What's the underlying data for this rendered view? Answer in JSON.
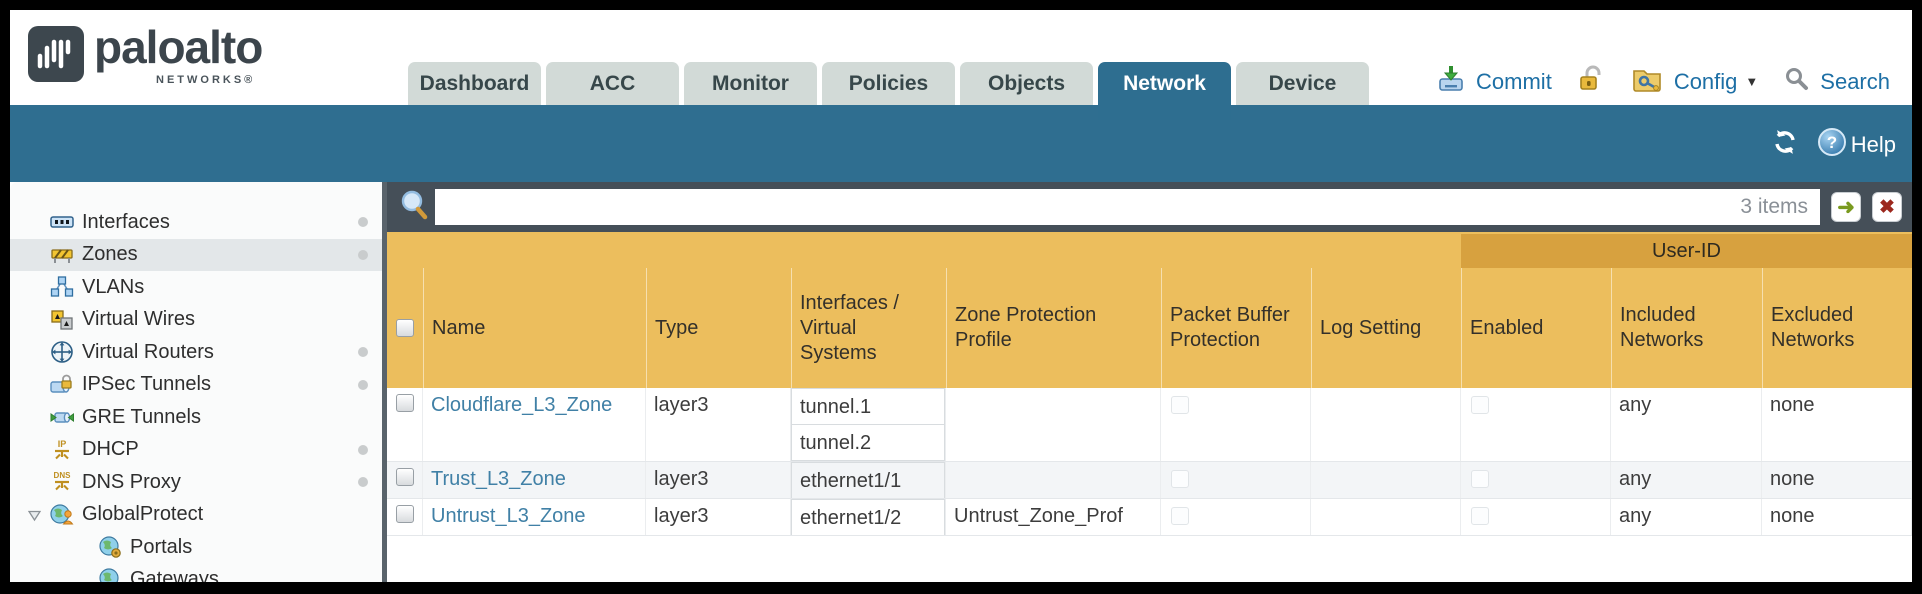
{
  "brand": {
    "logo_text": "paloalto",
    "logo_sub": "NETWORKS®"
  },
  "nav": {
    "tabs": [
      "Dashboard",
      "ACC",
      "Monitor",
      "Policies",
      "Objects",
      "Network",
      "Device"
    ],
    "active_tab": "Network"
  },
  "utility": {
    "commit_label": "Commit",
    "config_label": "Config",
    "search_label": "Search",
    "icons": [
      "commit-icon",
      "lock-open-icon",
      "config-icon",
      "search-icon",
      "caret-down-icon"
    ]
  },
  "band": {
    "help_label": "Help",
    "icons": [
      "refresh-icon",
      "help-icon"
    ]
  },
  "sidebar": {
    "items": [
      {
        "label": "Interfaces",
        "icon": "interfaces-icon",
        "dot": true,
        "selected": false,
        "indent": false,
        "expandable": false
      },
      {
        "label": "Zones",
        "icon": "zones-icon",
        "dot": true,
        "selected": true,
        "indent": false,
        "expandable": false
      },
      {
        "label": "VLANs",
        "icon": "vlans-icon",
        "dot": false,
        "selected": false,
        "indent": false,
        "expandable": false
      },
      {
        "label": "Virtual Wires",
        "icon": "virtual-wires-icon",
        "dot": false,
        "selected": false,
        "indent": false,
        "expandable": false
      },
      {
        "label": "Virtual Routers",
        "icon": "virtual-routers-icon",
        "dot": true,
        "selected": false,
        "indent": false,
        "expandable": false
      },
      {
        "label": "IPSec Tunnels",
        "icon": "ipsec-tunnels-icon",
        "dot": true,
        "selected": false,
        "indent": false,
        "expandable": false
      },
      {
        "label": "GRE Tunnels",
        "icon": "gre-tunnels-icon",
        "dot": false,
        "selected": false,
        "indent": false,
        "expandable": false
      },
      {
        "label": "DHCP",
        "icon": "dhcp-icon",
        "dot": true,
        "selected": false,
        "indent": false,
        "expandable": false
      },
      {
        "label": "DNS Proxy",
        "icon": "dns-proxy-icon",
        "dot": true,
        "selected": false,
        "indent": false,
        "expandable": false
      },
      {
        "label": "GlobalProtect",
        "icon": "globalprotect-icon",
        "dot": false,
        "selected": false,
        "indent": false,
        "expandable": true
      },
      {
        "label": "Portals",
        "icon": "portals-icon",
        "dot": false,
        "selected": false,
        "indent": true,
        "expandable": false
      },
      {
        "label": "Gateways",
        "icon": "gateways-icon",
        "dot": false,
        "selected": false,
        "indent": true,
        "expandable": false
      }
    ]
  },
  "filter": {
    "value": "",
    "items_count": "3 items",
    "icons": [
      "magnifier-icon",
      "apply-filter-icon",
      "clear-filter-icon"
    ]
  },
  "table": {
    "group_header": "User-ID",
    "columns": [
      "Name",
      "Type",
      "Interfaces / Virtual Systems",
      "Zone Protection Profile",
      "Packet Buffer Protection",
      "Log Setting",
      "Enabled",
      "Included Networks",
      "Excluded Networks"
    ],
    "rows": [
      {
        "name": "Cloudflare_L3_Zone",
        "type": "layer3",
        "interfaces": [
          "tunnel.1",
          "tunnel.2"
        ],
        "zone_protection_profile": "",
        "log_setting": "",
        "included_networks": "any",
        "excluded_networks": "none"
      },
      {
        "name": "Trust_L3_Zone",
        "type": "layer3",
        "interfaces": [
          "ethernet1/1"
        ],
        "zone_protection_profile": "",
        "log_setting": "",
        "included_networks": "any",
        "excluded_networks": "none"
      },
      {
        "name": "Untrust_L3_Zone",
        "type": "layer3",
        "interfaces": [
          "ethernet1/2"
        ],
        "zone_protection_profile": "Untrust_Zone_Prof",
        "log_setting": "",
        "included_networks": "any",
        "excluded_networks": "none"
      }
    ]
  },
  "colors": {
    "teal_band": "#2f6e90",
    "active_tab": "#2e6e90",
    "inactive_tab": "#d2dad7",
    "filter_bar": "#454f58",
    "header_amber": "#ecbe5d",
    "header_amber_dark": "#d7a13f",
    "link_blue": "#4080a6",
    "utility_blue": "#1d6fa5"
  }
}
